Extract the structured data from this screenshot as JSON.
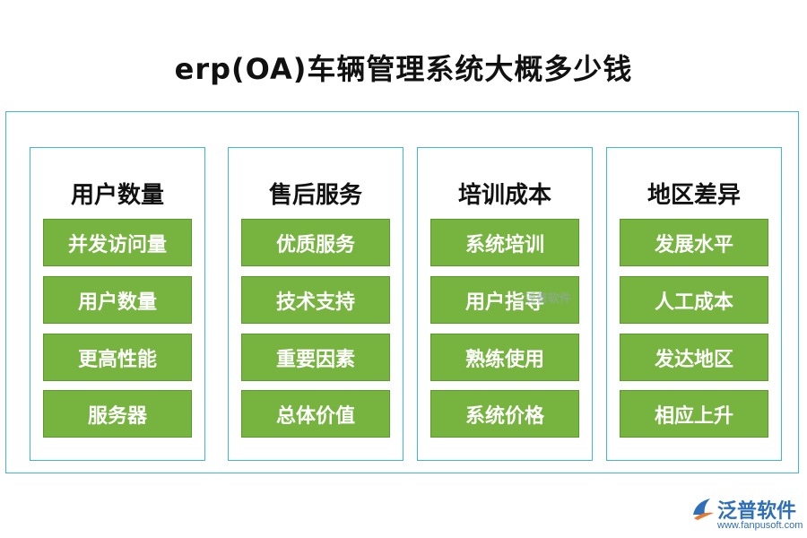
{
  "title": "erp(OA)车辆管理系统大概多少钱",
  "columns": [
    {
      "heading": "用户数量",
      "items": [
        "并发访问量",
        "用户数量",
        "更高性能",
        "服务器"
      ]
    },
    {
      "heading": "售后服务",
      "items": [
        "优质服务",
        "技术支持",
        "重要因素",
        "总体价值"
      ]
    },
    {
      "heading": "培训成本",
      "items": [
        "系统培训",
        "用户指导",
        "熟练使用",
        "系统价格"
      ]
    },
    {
      "heading": "地区差异",
      "items": [
        "发展水平",
        "人工成本",
        "发达地区",
        "相应上升"
      ]
    }
  ],
  "watermark": "泛普软件",
  "logo": {
    "name": "泛普软件",
    "url": "www.fanpusoft.com",
    "icon": "fanpu-logo-icon"
  },
  "colors": {
    "item_bg": "#76b43f",
    "border": "#3fb8d4",
    "brand": "#2e6fb8"
  }
}
